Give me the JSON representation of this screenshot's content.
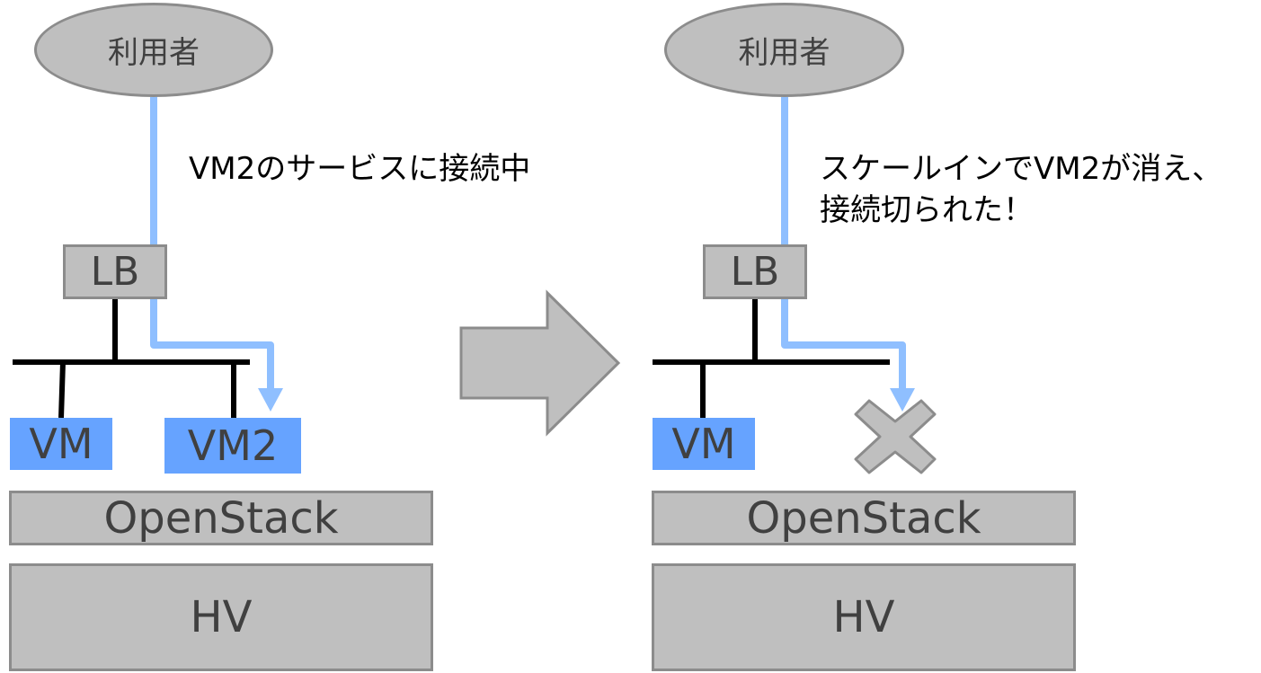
{
  "left_panel": {
    "user_label": "利用者",
    "note": "VM2のサービスに接続中",
    "lb_label": "LB",
    "vm1_label": "VM",
    "vm2_label": "VM2",
    "openstack_label": "OpenStack",
    "hv_label": "HV"
  },
  "right_panel": {
    "user_label": "利用者",
    "note_line1": "スケールインでVM2が消え、",
    "note_line2": "接続切られた！",
    "lb_label": "LB",
    "vm1_label": "VM",
    "openstack_label": "OpenStack",
    "hv_label": "HV"
  },
  "colors": {
    "connection": "#8fbfff",
    "vm_fill": "#66a3ff",
    "box_fill": "#bfbfbf",
    "box_border": "#8c8c8c",
    "text": "#404040",
    "network": "#000000"
  },
  "icons": {
    "transition": "right-arrow-icon",
    "removed": "cross-icon"
  }
}
